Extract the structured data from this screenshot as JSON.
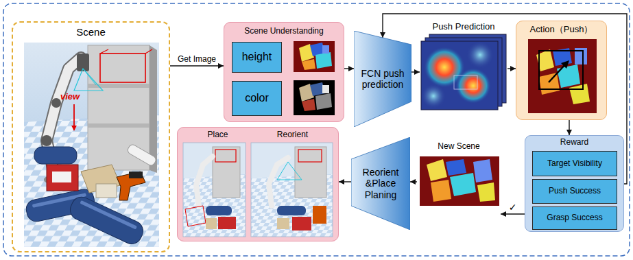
{
  "diagram": {
    "nodes": [
      {
        "text": [
          "Scene"
        ]
      },
      {
        "text": [
          "Scene Understanding"
        ]
      },
      {
        "text": [
          "height"
        ],
        "in": 1
      },
      {
        "text": [
          "color"
        ],
        "in": 1
      },
      {
        "text": [
          "FCN push prediction"
        ]
      },
      {
        "text": [
          "Push Prediction"
        ]
      },
      {
        "text": [
          "Action（Push）"
        ]
      },
      {
        "text": [
          "Reward"
        ]
      },
      {
        "text": [
          "Target Visibility"
        ],
        "in": 7
      },
      {
        "text": [
          "Push Success"
        ],
        "in": 7
      },
      {
        "text": [
          "Grasp Success"
        ],
        "in": 7
      },
      {
        "text": [
          "New Scene"
        ]
      },
      {
        "text": [
          "Reorient &Place Planing"
        ]
      },
      {
        "text": [
          "Place",
          "Reorient"
        ]
      }
    ],
    "edges": [
      {
        "from": 0,
        "to": 1,
        "arrow": "to",
        "label": "Get Image"
      },
      {
        "from": 1,
        "to": 4,
        "arrow": "to"
      },
      {
        "from": 4,
        "to": 5,
        "arrow": "to"
      },
      {
        "from": 5,
        "to": 6,
        "arrow": "to"
      },
      {
        "from": 6,
        "to": 7,
        "arrow": "to"
      },
      {
        "from": 7,
        "to": 4,
        "arrow": "to"
      },
      {
        "from": 7,
        "to": 11,
        "arrow": "to",
        "label": "✓"
      },
      {
        "from": 11,
        "to": 12,
        "arrow": "to"
      },
      {
        "from": 12,
        "to": 13,
        "arrow": "to"
      }
    ],
    "labels": [
      "view"
    ]
  }
}
